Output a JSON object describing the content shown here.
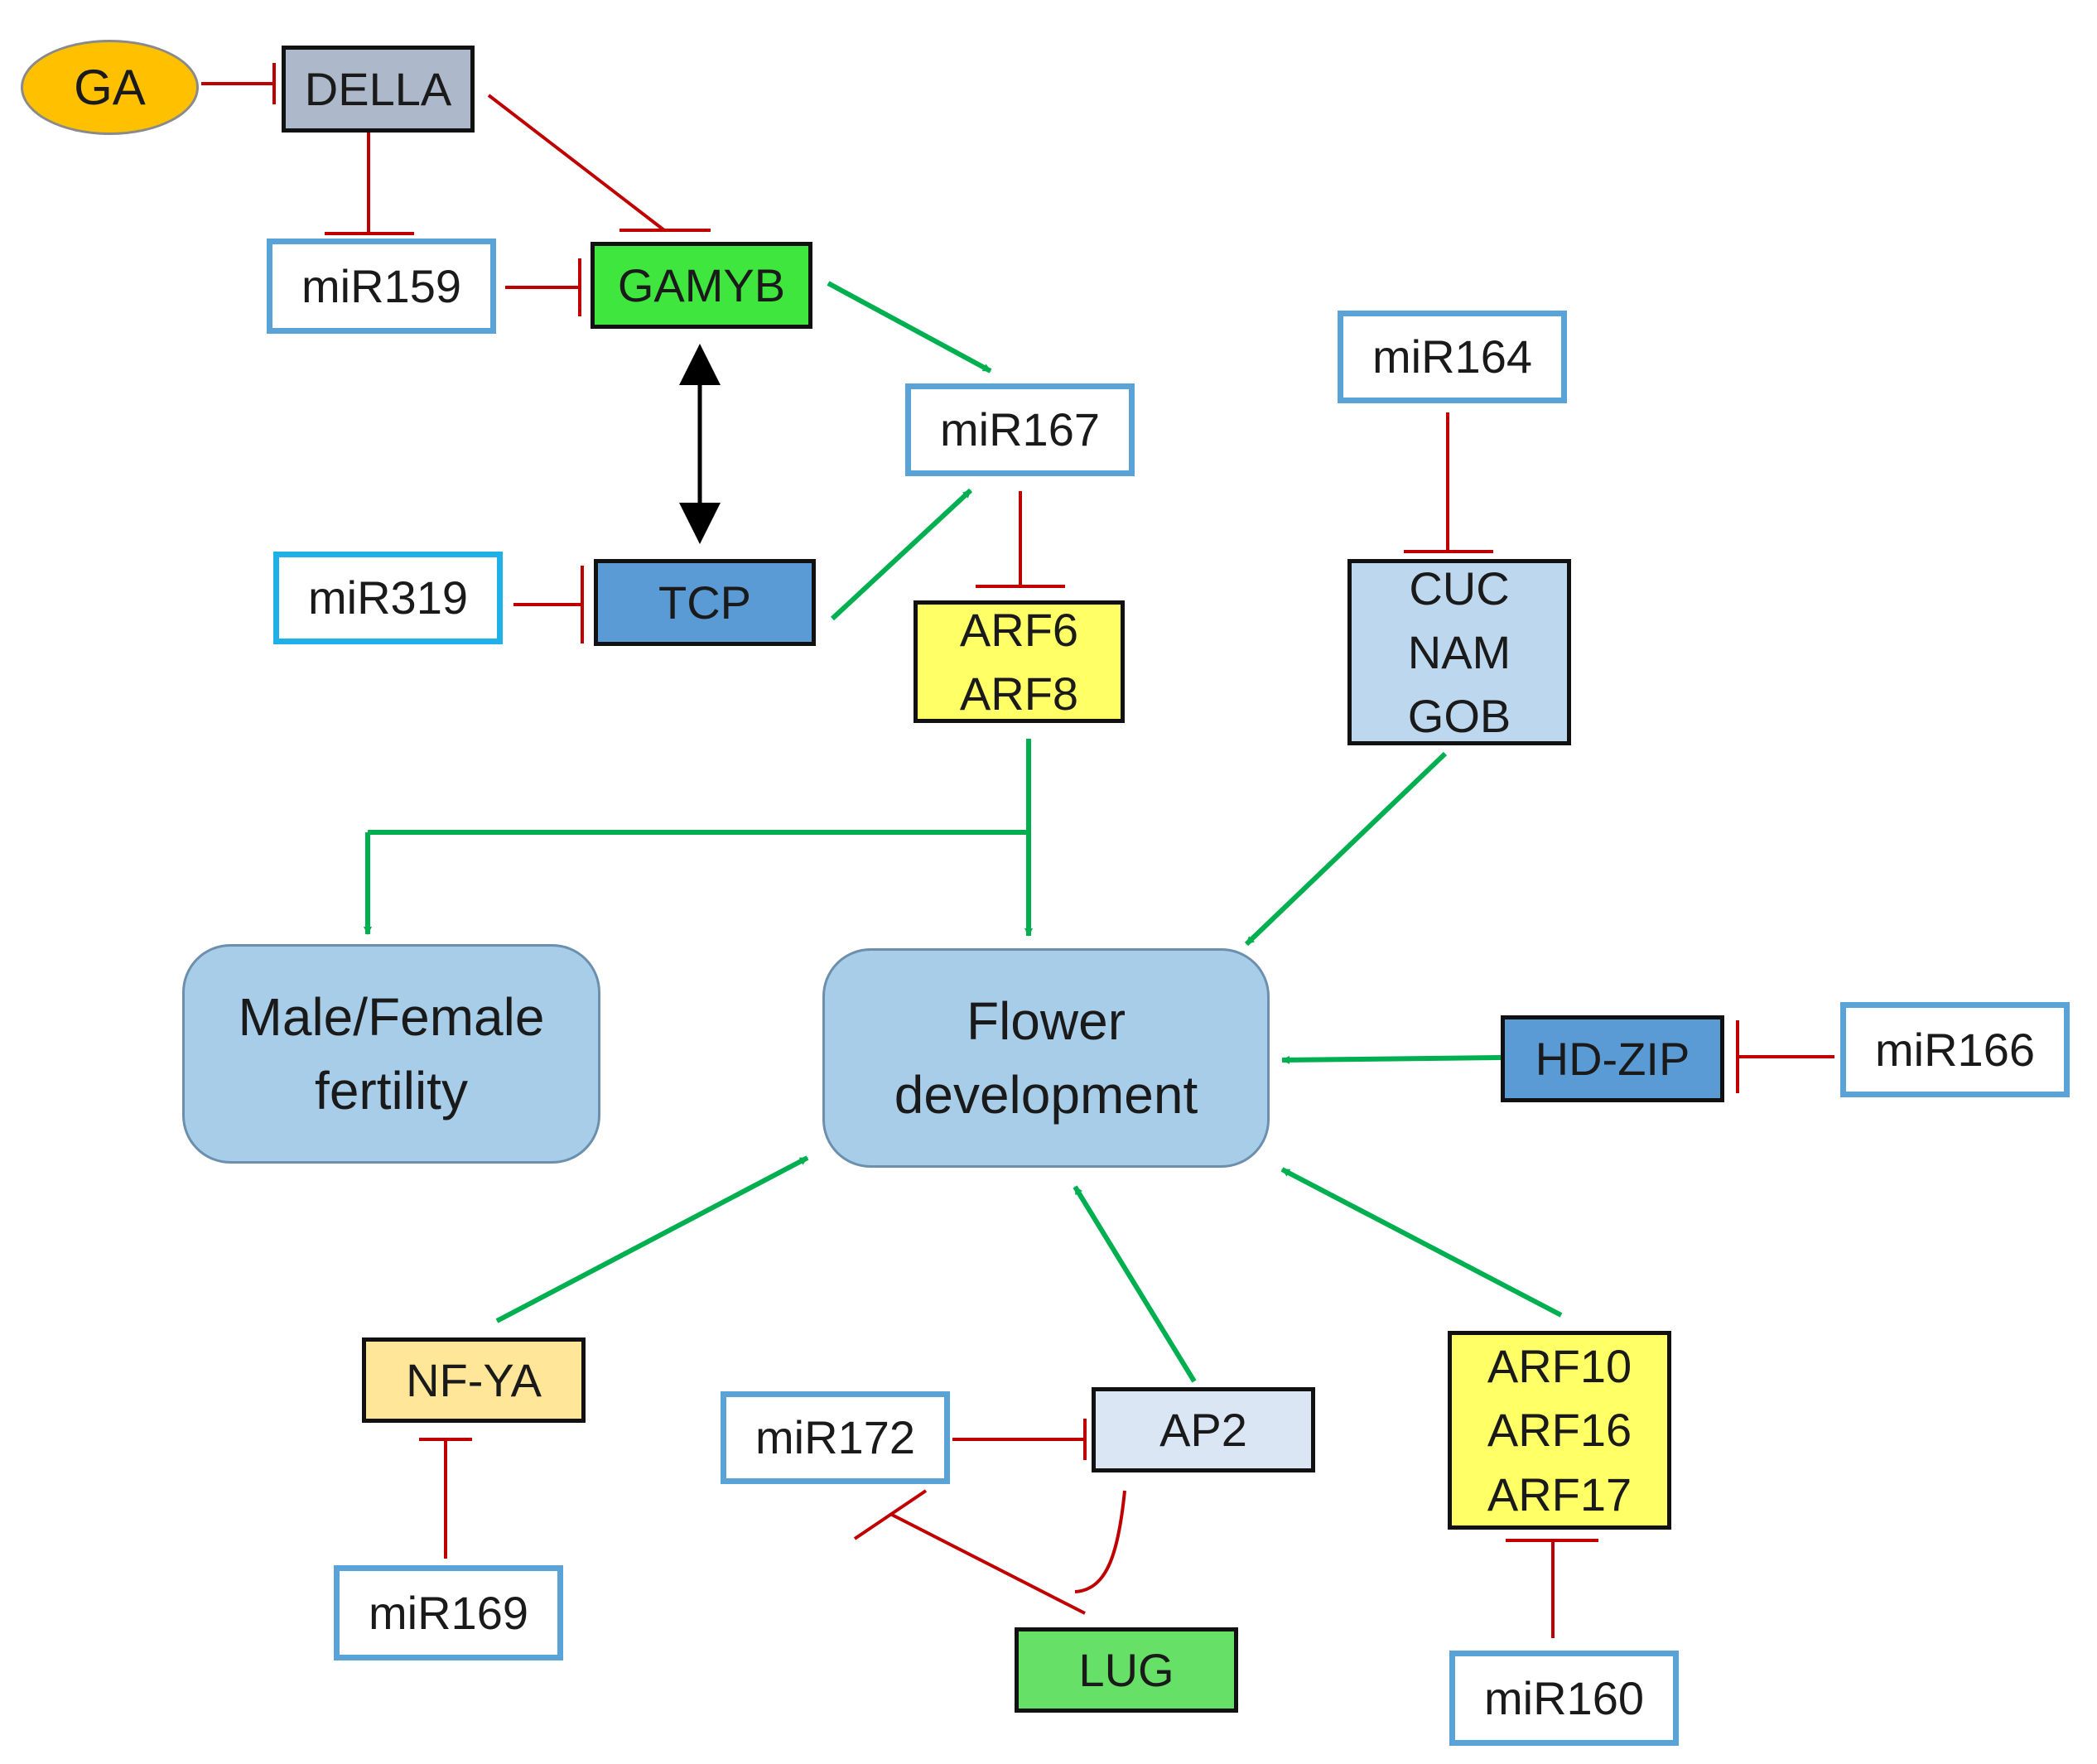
{
  "colors": {
    "activation": "#00b050",
    "inhibition": "#c00000",
    "interaction": "#000000",
    "mirna_border": "#5aa3d8",
    "outcome_fill": "#a7cde8",
    "GA_fill": "#ffc000",
    "DELLA_fill": "#adb9ca",
    "GAMYB_fill": "#3ee63e",
    "TCP_fill": "#5b9bd5",
    "ARF6_8_fill": "#ffff66",
    "CUC_fill": "#bdd7ee",
    "HDZIP_fill": "#5b9bd5",
    "NFYA_fill": "#ffe699",
    "AP2_fill": "#dae6f4",
    "LUG_fill": "#66e066",
    "ARF10_fill": "#ffff66"
  },
  "nodes": {
    "GA": {
      "label": "GA"
    },
    "DELLA": {
      "label": "DELLA"
    },
    "miR159": {
      "label": "miR159"
    },
    "GAMYB": {
      "label": "GAMYB"
    },
    "miR167": {
      "label": "miR167"
    },
    "miR164": {
      "label": "miR164"
    },
    "miR319": {
      "label": "miR319"
    },
    "TCP": {
      "label": "TCP"
    },
    "ARF6_8": {
      "lines": [
        "ARF6",
        "ARF8"
      ]
    },
    "CUC_NAM_GOB": {
      "lines": [
        "CUC",
        "NAM",
        "GOB"
      ]
    },
    "fertility": {
      "lines": [
        "Male/Female",
        "fertility"
      ]
    },
    "flower": {
      "lines": [
        "Flower",
        "development"
      ]
    },
    "HDZIP": {
      "label": "HD-ZIP"
    },
    "miR166": {
      "label": "miR166"
    },
    "NFYA": {
      "label": "NF-YA"
    },
    "miR169": {
      "label": "miR169"
    },
    "miR172": {
      "label": "miR172"
    },
    "AP2": {
      "label": "AP2"
    },
    "LUG": {
      "label": "LUG"
    },
    "ARF10_16_17": {
      "lines": [
        "ARF10",
        "ARF16",
        "ARF17"
      ]
    },
    "miR160": {
      "label": "miR160"
    }
  },
  "edges": [
    {
      "from": "GA",
      "to": "DELLA",
      "type": "inhibition"
    },
    {
      "from": "DELLA",
      "to": "miR159",
      "type": "inhibition"
    },
    {
      "from": "DELLA",
      "to": "GAMYB",
      "type": "inhibition"
    },
    {
      "from": "miR159",
      "to": "GAMYB",
      "type": "inhibition"
    },
    {
      "from": "GAMYB",
      "to": "TCP",
      "type": "interaction"
    },
    {
      "from": "GAMYB",
      "to": "miR167",
      "type": "activation"
    },
    {
      "from": "TCP",
      "to": "miR167",
      "type": "activation"
    },
    {
      "from": "miR319",
      "to": "TCP",
      "type": "inhibition"
    },
    {
      "from": "miR167",
      "to": "ARF6_8",
      "type": "inhibition"
    },
    {
      "from": "miR164",
      "to": "CUC_NAM_GOB",
      "type": "inhibition"
    },
    {
      "from": "ARF6_8",
      "to": "fertility",
      "type": "activation"
    },
    {
      "from": "ARF6_8",
      "to": "flower",
      "type": "activation"
    },
    {
      "from": "CUC_NAM_GOB",
      "to": "flower",
      "type": "activation"
    },
    {
      "from": "HDZIP",
      "to": "flower",
      "type": "activation"
    },
    {
      "from": "miR166",
      "to": "HDZIP",
      "type": "inhibition"
    },
    {
      "from": "NFYA",
      "to": "flower",
      "type": "activation"
    },
    {
      "from": "miR169",
      "to": "NFYA",
      "type": "inhibition"
    },
    {
      "from": "AP2",
      "to": "flower",
      "type": "activation"
    },
    {
      "from": "miR172",
      "to": "AP2",
      "type": "inhibition"
    },
    {
      "from": "AP2",
      "to": "LUG",
      "type": "inhibition"
    },
    {
      "from": "LUG",
      "to": "miR172",
      "type": "inhibition"
    },
    {
      "from": "ARF10_16_17",
      "to": "flower",
      "type": "activation"
    },
    {
      "from": "miR160",
      "to": "ARF10_16_17",
      "type": "inhibition"
    }
  ]
}
